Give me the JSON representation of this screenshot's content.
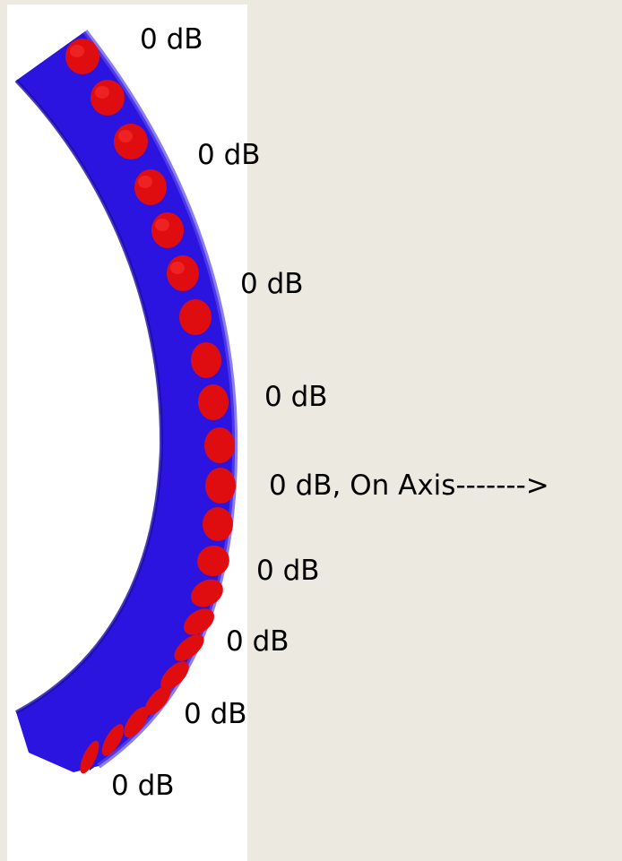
{
  "colors": {
    "background": "#ece9e0",
    "panel": "#ffffff",
    "array_body": "#2b14e0",
    "array_shadow": "#1c0ba8",
    "array_rail": "#5a47f0",
    "driver": "#e00d10",
    "driver_highlight": "#ff3a3a",
    "text": "#000000"
  },
  "labels": [
    {
      "id": "label-1",
      "text": "0 dB"
    },
    {
      "id": "label-2",
      "text": "0 dB"
    },
    {
      "id": "label-3",
      "text": "0 dB"
    },
    {
      "id": "label-4",
      "text": "0 dB"
    },
    {
      "id": "label-on-axis",
      "text": "0 dB,  On Axis------->"
    },
    {
      "id": "label-6",
      "text": "0 dB"
    },
    {
      "id": "label-7",
      "text": "0 dB"
    },
    {
      "id": "label-8",
      "text": "0 dB"
    },
    {
      "id": "label-9",
      "text": "0 dB"
    }
  ]
}
